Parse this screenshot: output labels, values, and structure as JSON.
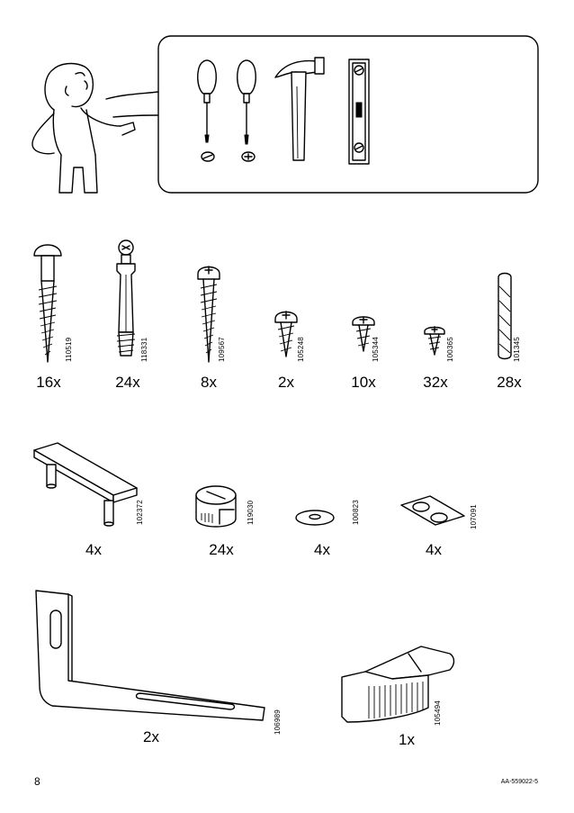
{
  "parts": [
    {
      "id": "bolt",
      "qty": "16x",
      "code": "110519"
    },
    {
      "id": "cam-dowel",
      "qty": "24x",
      "code": "118331"
    },
    {
      "id": "screw-long",
      "qty": "8x",
      "code": "109567"
    },
    {
      "id": "screw-short",
      "qty": "2x",
      "code": "105248"
    },
    {
      "id": "screw-small",
      "qty": "10x",
      "code": "105344"
    },
    {
      "id": "screw-tiny",
      "qty": "32x",
      "code": "100365"
    },
    {
      "id": "wood-dowel",
      "qty": "28x",
      "code": "101345"
    },
    {
      "id": "shelf-support",
      "qty": "4x",
      "code": "102372"
    },
    {
      "id": "cam-lock",
      "qty": "24x",
      "code": "119030"
    },
    {
      "id": "washer",
      "qty": "4x",
      "code": "100823"
    },
    {
      "id": "felt-pads",
      "qty": "4x",
      "code": "107091"
    },
    {
      "id": "l-bracket",
      "qty": "2x",
      "code": "106989"
    },
    {
      "id": "clip",
      "qty": "1x",
      "code": "105494"
    }
  ],
  "footer": {
    "page_number": "8",
    "doc_id": "AA-559022-5"
  }
}
